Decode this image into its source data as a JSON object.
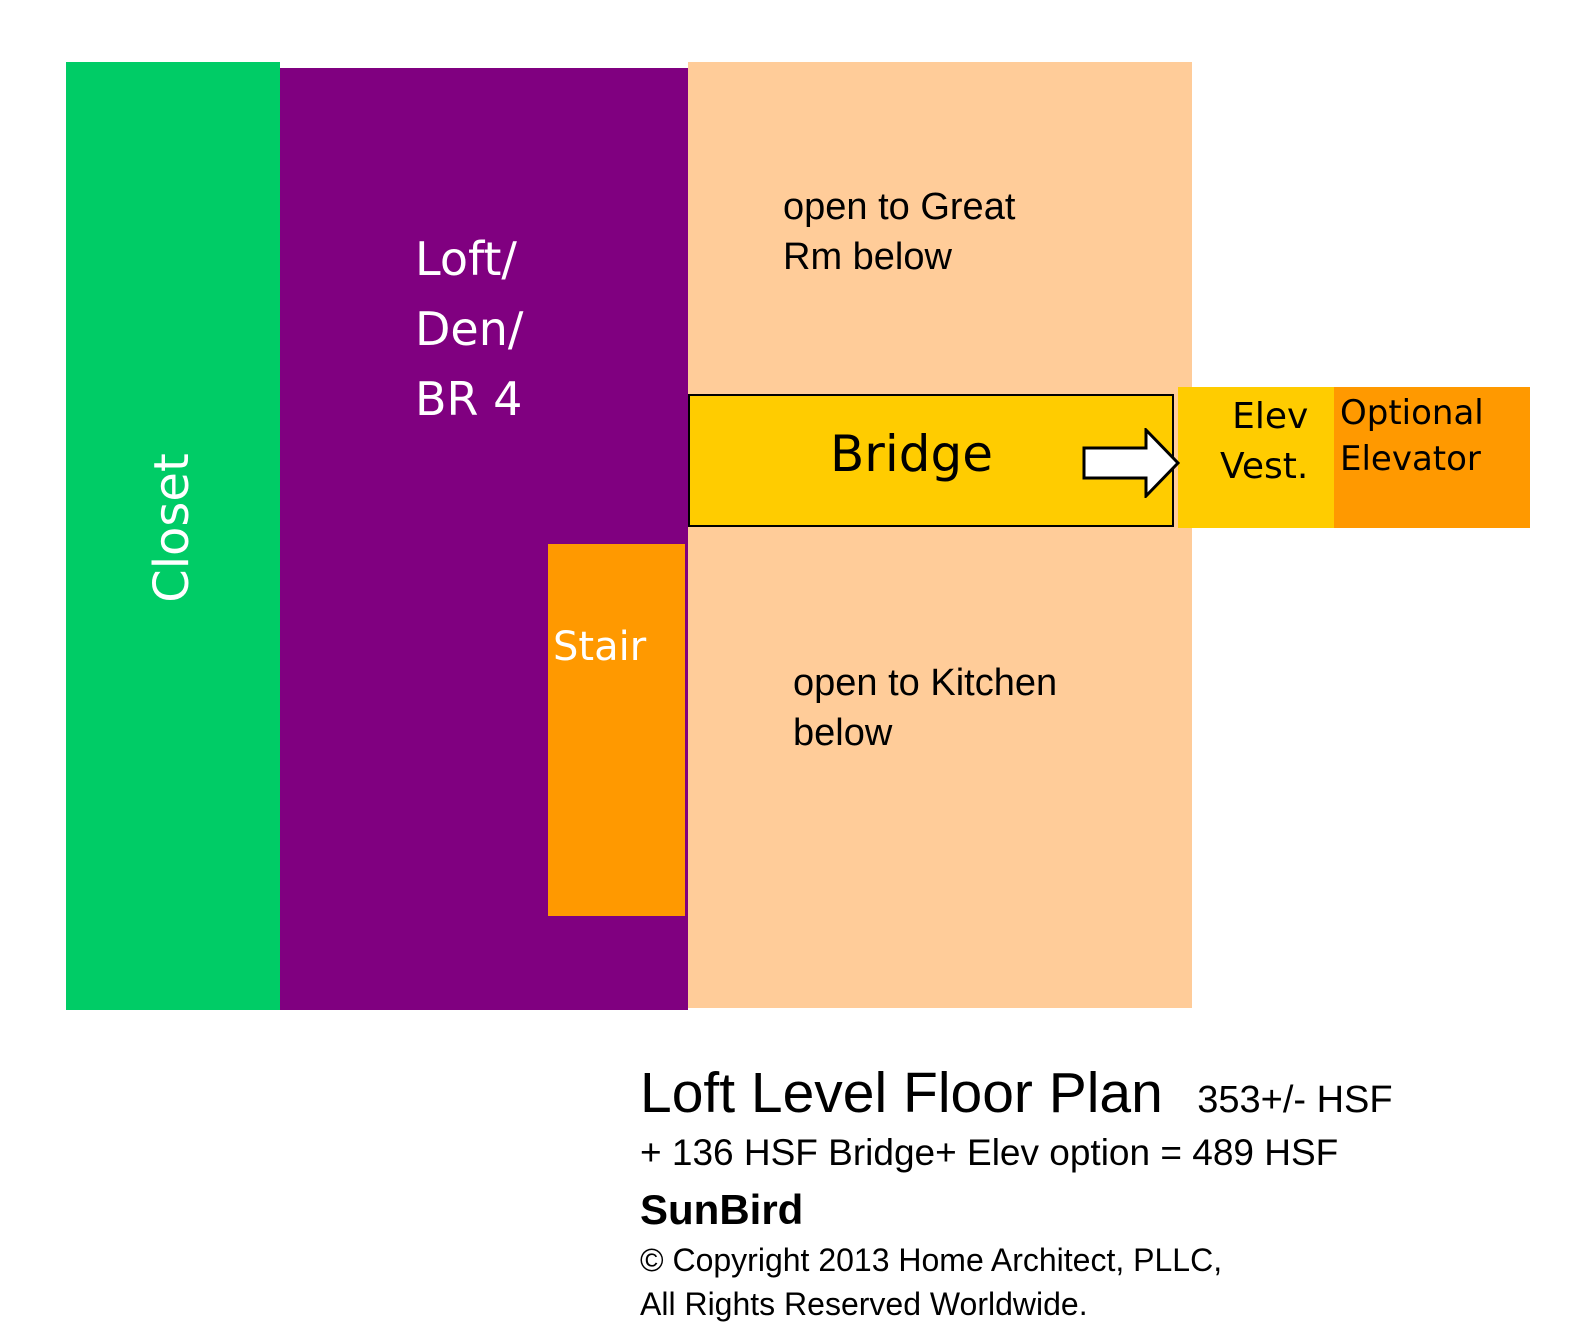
{
  "rooms": {
    "closet": "Closet",
    "loft": "Loft/\nDen/\nBR 4",
    "stair": "Stair",
    "open_great": "open to Great\nRm below",
    "open_kitchen": "open to Kitchen\nbelow",
    "bridge": "Bridge",
    "elev_vest": "Elev\nVest.",
    "optional_elevator": "Optional\nElevator"
  },
  "colors": {
    "closet": "#00cc66",
    "loft": "#800080",
    "open_area": "#ffcc99",
    "stair": "#ff9900",
    "bridge": "#ffcc00",
    "elev_vest": "#ffcc00",
    "optional_elevator": "#ff9900"
  },
  "icons": {
    "arrow": "right-arrow-icon"
  },
  "caption": {
    "title": "Loft Level Floor Plan",
    "area": "353+/- HSF",
    "subtitle": "+ 136 HSF Bridge+ Elev option = 489 HSF",
    "brand": "SunBird",
    "copyright": "© Copyright 2013 Home Architect, PLLC,\nAll Rights Reserved Worldwide."
  }
}
